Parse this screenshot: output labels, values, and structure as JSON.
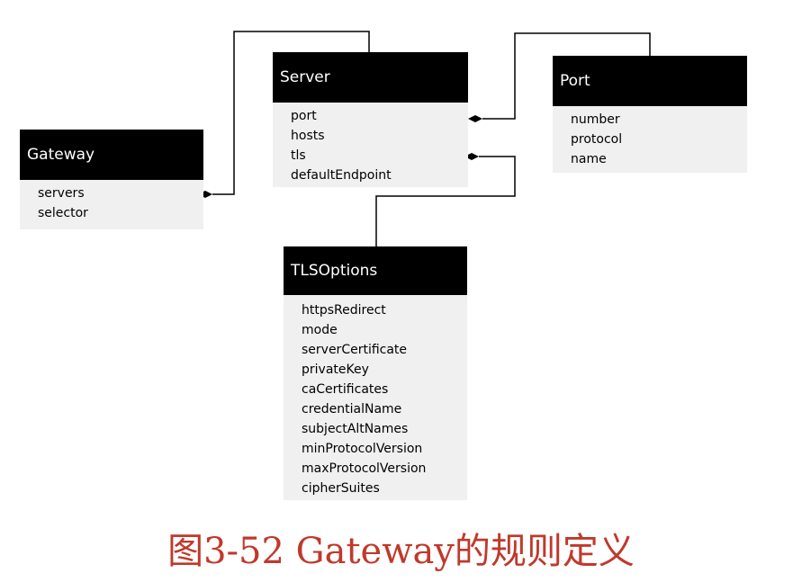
{
  "diagram": {
    "classes": {
      "gateway": {
        "name": "Gateway",
        "fields": [
          "servers",
          "selector"
        ]
      },
      "server": {
        "name": "Server",
        "fields": [
          "port",
          "hosts",
          "tls",
          "defaultEndpoint"
        ]
      },
      "port": {
        "name": "Port",
        "fields": [
          "number",
          "protocol",
          "name"
        ]
      },
      "tlsoptions": {
        "name": "TLSOptions",
        "fields": [
          "httpsRedirect",
          "mode",
          "serverCertificate",
          "privateKey",
          "caCertificates",
          "credentialName",
          "subjectAltNames",
          "minProtocolVersion",
          "maxProtocolVersion",
          "cipherSuites"
        ]
      }
    },
    "relations": [
      {
        "from": "Gateway.servers",
        "to": "Server",
        "type": "composition"
      },
      {
        "from": "Server.port",
        "to": "Port",
        "type": "composition"
      },
      {
        "from": "Server.tls",
        "to": "TLSOptions",
        "type": "composition"
      }
    ]
  },
  "caption": "图3-52 Gateway的规则定义"
}
